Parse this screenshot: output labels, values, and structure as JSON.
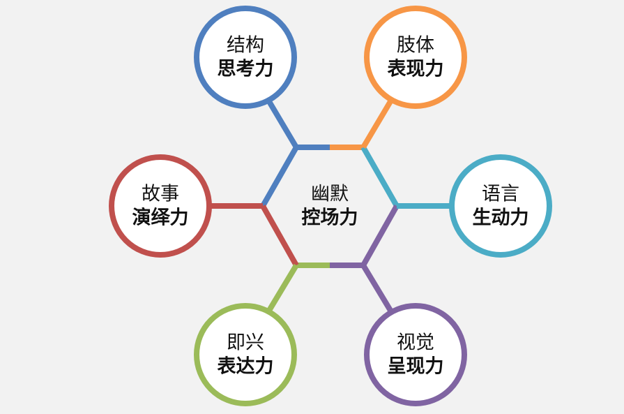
{
  "center": {
    "line1": "幽默",
    "line2": "控场力"
  },
  "nodes": [
    {
      "id": "structure",
      "line1": "结构",
      "line2": "思考力",
      "color": "#4f7fbf"
    },
    {
      "id": "body",
      "line1": "肢体",
      "line2": "表现力",
      "color": "#f79646"
    },
    {
      "id": "language",
      "line1": "语言",
      "line2": "生动力",
      "color": "#4bacc6"
    },
    {
      "id": "visual",
      "line1": "视觉",
      "line2": "呈现力",
      "color": "#8064a2"
    },
    {
      "id": "improv",
      "line1": "即兴",
      "line2": "表达力",
      "color": "#9bbb59"
    },
    {
      "id": "story",
      "line1": "故事",
      "line2": "演绎力",
      "color": "#c0504d"
    }
  ]
}
